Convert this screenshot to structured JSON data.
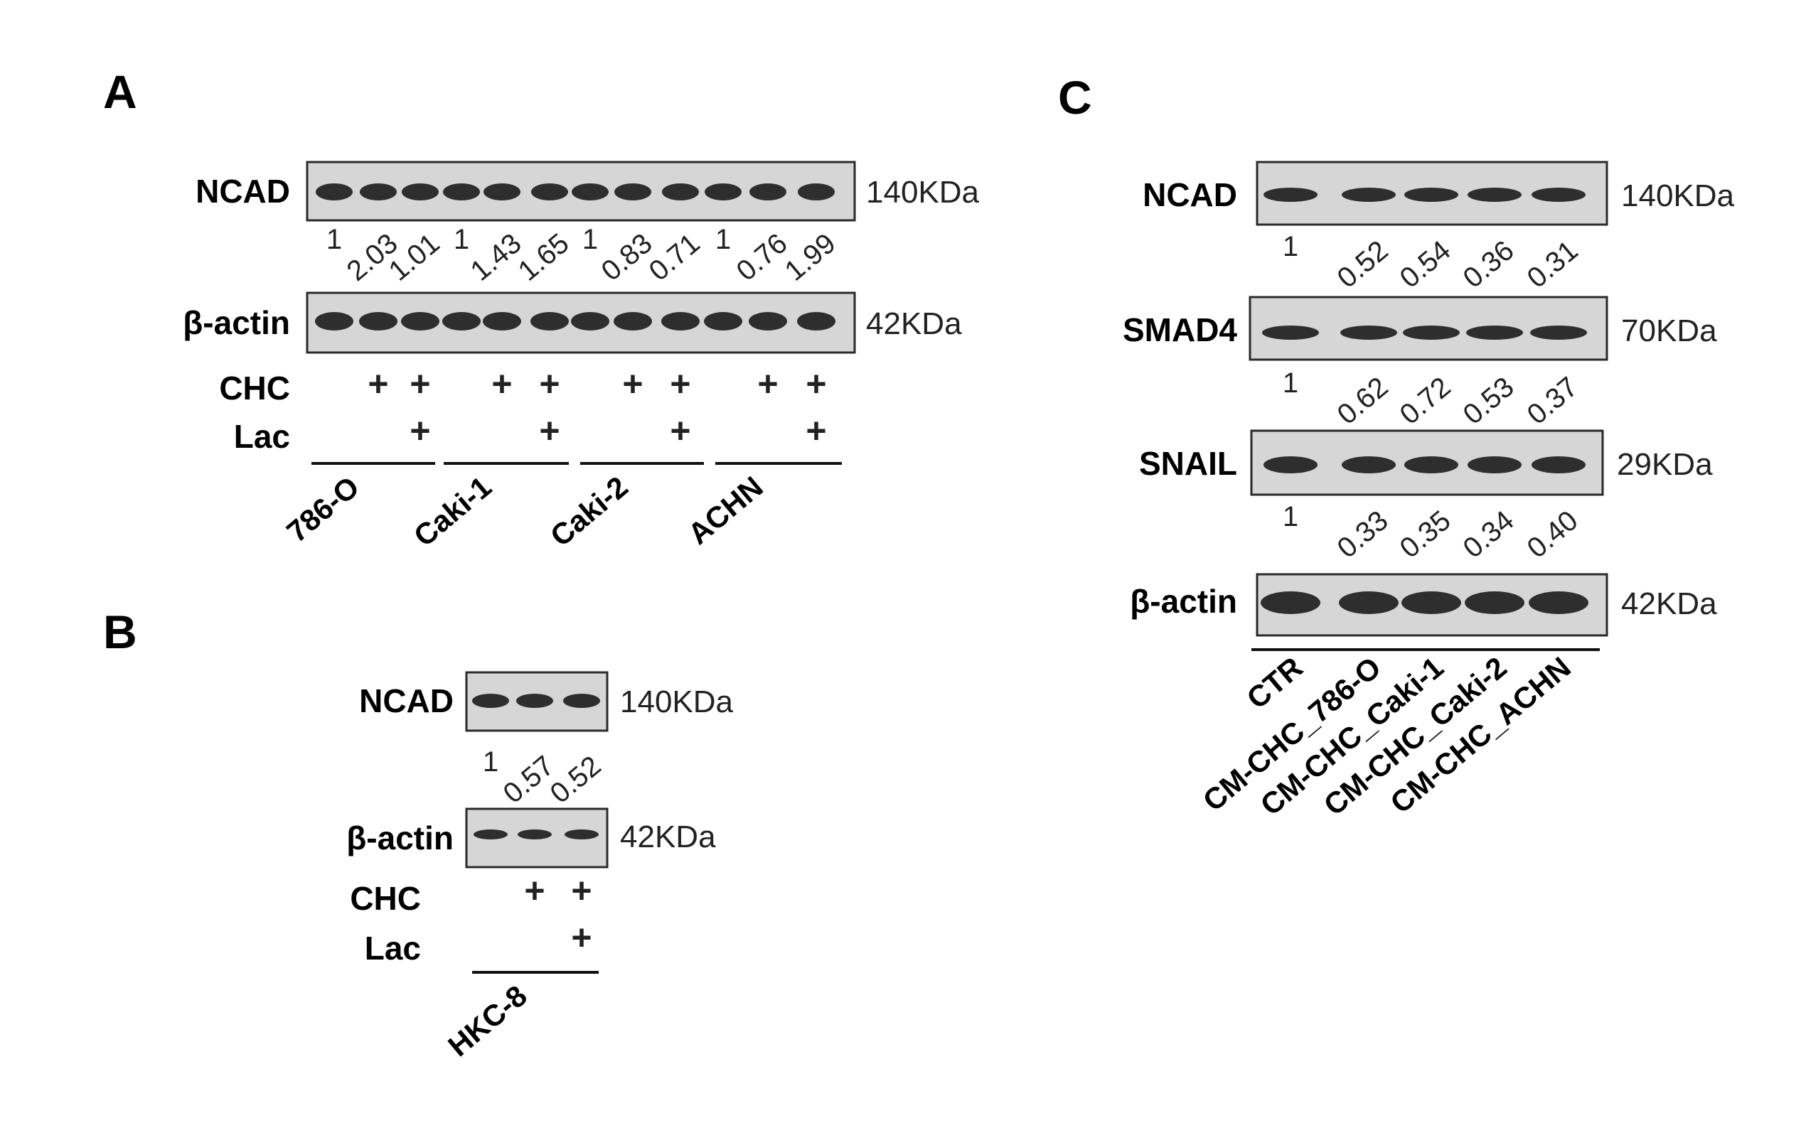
{
  "panels": {
    "A": {
      "label": "A",
      "rows": [
        {
          "name": "NCAD",
          "kda": "140KDa",
          "values": [
            "1",
            "2.03",
            "1.01",
            "1",
            "1.43",
            "1.65",
            "1",
            "0.83",
            "0.71",
            "1",
            "0.76",
            "1.99"
          ]
        },
        {
          "name": "β-actin",
          "kda": "42KDa"
        }
      ],
      "treatments": {
        "chc_label": "CHC",
        "lac_label": "Lac",
        "chc_marks": [
          "",
          "+",
          "+",
          "",
          "+",
          "+",
          "",
          "+",
          "+",
          "",
          "+",
          "+"
        ],
        "lac_marks": [
          "",
          "",
          "+",
          "",
          "",
          "+",
          "",
          "",
          "+",
          "",
          "",
          "+"
        ]
      },
      "cell_lines": [
        "786-O",
        "Caki-1",
        "Caki-2",
        "ACHN"
      ]
    },
    "B": {
      "label": "B",
      "rows": [
        {
          "name": "NCAD",
          "kda": "140KDa",
          "values": [
            "1",
            "0.57",
            "0.52"
          ]
        },
        {
          "name": "β-actin",
          "kda": "42KDa"
        }
      ],
      "treatments": {
        "chc_label": "CHC",
        "lac_label": "Lac",
        "chc_marks": [
          "",
          "+",
          "+"
        ],
        "lac_marks": [
          "",
          "",
          "+"
        ]
      },
      "cell_lines": [
        "HKC-8"
      ]
    },
    "C": {
      "label": "C",
      "rows": [
        {
          "name": "NCAD",
          "kda": "140KDa",
          "values": [
            "1",
            "0.52",
            "0.54",
            "0.36",
            "0.31"
          ]
        },
        {
          "name": "SMAD4",
          "kda": "70KDa",
          "values": [
            "1",
            "0.62",
            "0.72",
            "0.53",
            "0.37"
          ]
        },
        {
          "name": "SNAIL",
          "kda": "29KDa",
          "values": [
            "1",
            "0.33",
            "0.35",
            "0.34",
            "0.40"
          ]
        },
        {
          "name": "β-actin",
          "kda": "42KDa"
        }
      ],
      "conditions": [
        "CTR",
        "CM-CHC_786-O",
        "CM-CHC_Caki-1",
        "CM-CHC_Caki-2",
        "CM-CHC_ACHN"
      ]
    }
  },
  "colors": {
    "band": "#2e2e2e",
    "membrane": "#d6d6d6"
  }
}
